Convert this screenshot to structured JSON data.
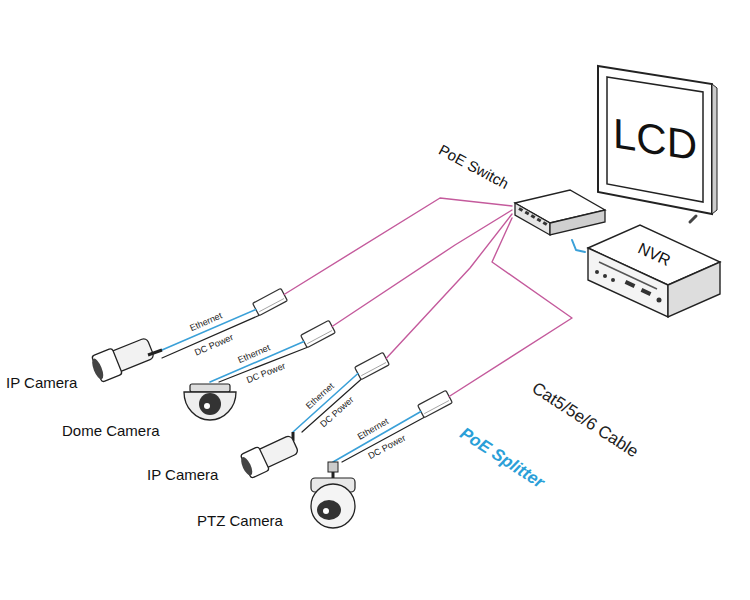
{
  "diagram": {
    "nodes": [
      {
        "text": [
          "PoE Switch"
        ]
      },
      {
        "text": [
          "LCD"
        ]
      },
      {
        "text": [
          "NVR"
        ]
      },
      {
        "text": [
          "IP Camera"
        ]
      },
      {
        "text": [
          "Dome Camera"
        ]
      },
      {
        "text": [
          "IP Camera"
        ]
      },
      {
        "text": [
          "PTZ Camera"
        ]
      }
    ],
    "edges": [
      {
        "from": 0,
        "to": 2,
        "arrow": "none"
      },
      {
        "from": 1,
        "to": 2,
        "arrow": "none"
      },
      {
        "from": 0,
        "to": 3,
        "arrow": "none"
      },
      {
        "from": 0,
        "to": 4,
        "arrow": "none"
      },
      {
        "from": 0,
        "to": 5,
        "arrow": "none"
      },
      {
        "from": 0,
        "to": 6,
        "arrow": "none"
      }
    ],
    "labels": [
      "Ethernet",
      "DC Power",
      "Ethernet",
      "DC Power",
      "Ethernet",
      "DC Power",
      "Ethernet",
      "DC Power",
      "Cat5/5e/6 Cable",
      "PoE Splitter"
    ]
  }
}
